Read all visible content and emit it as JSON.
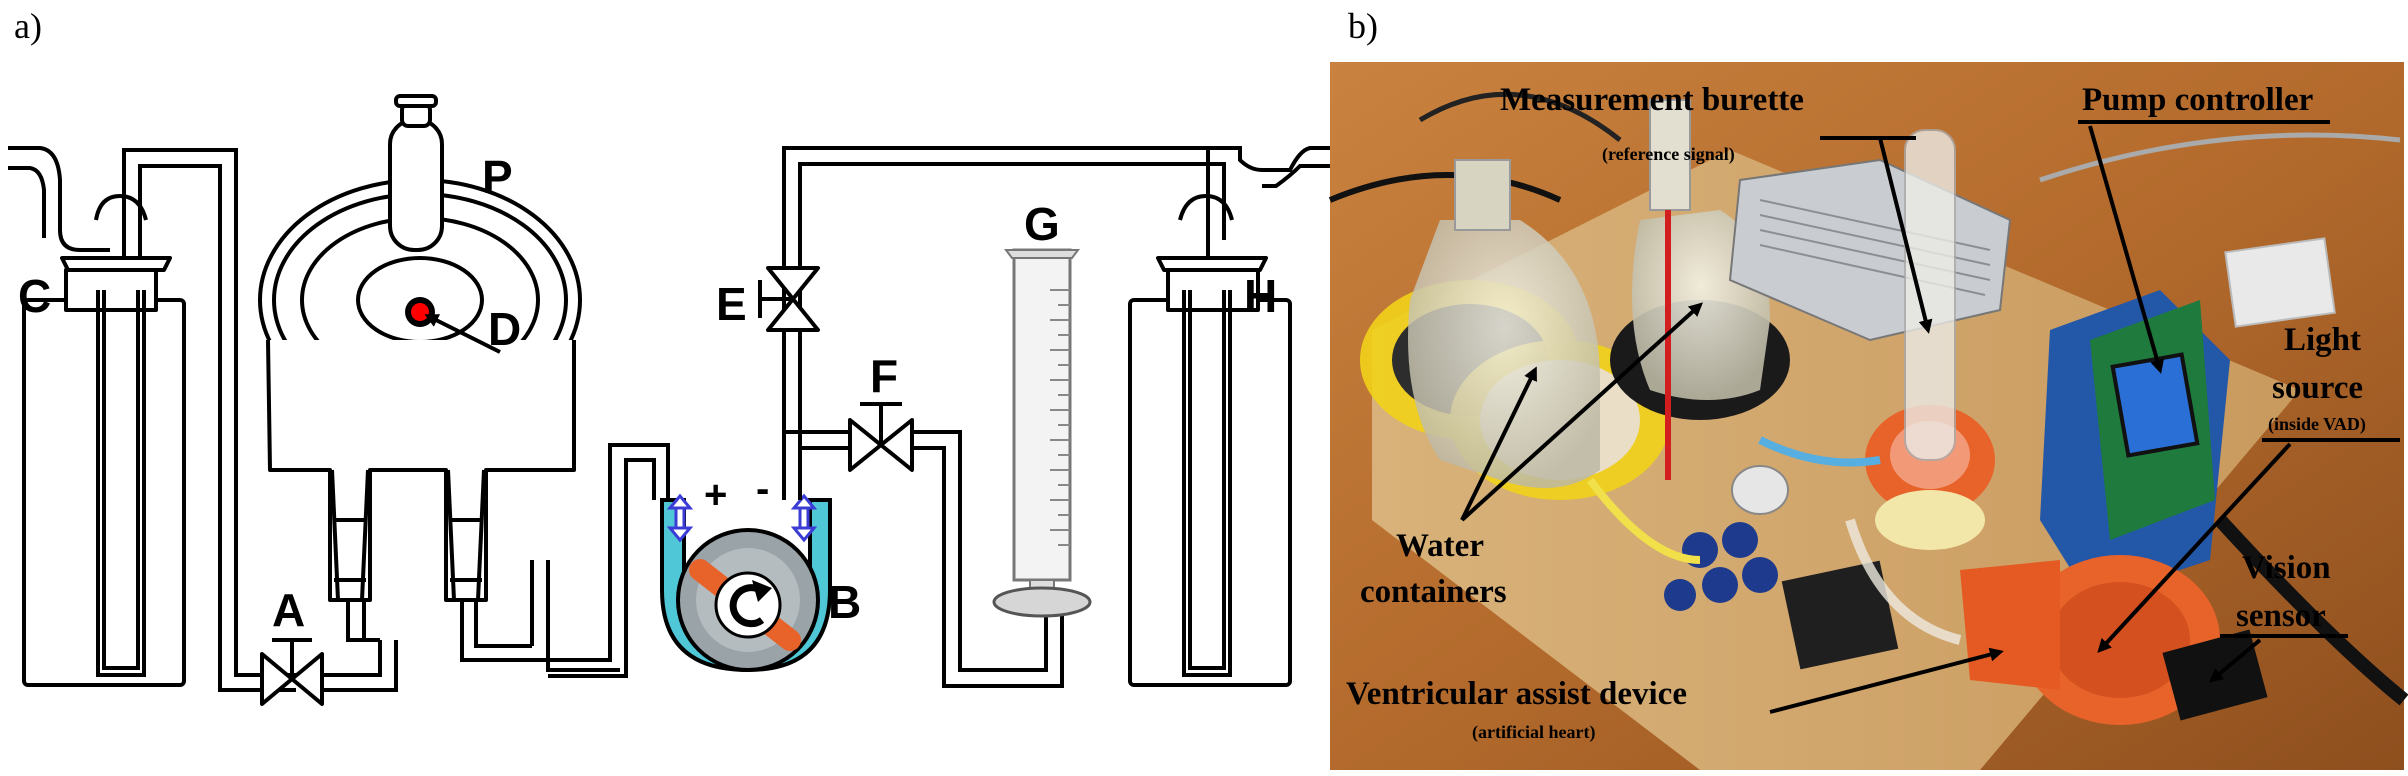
{
  "panels": {
    "a": {
      "label": "a)"
    },
    "b": {
      "label": "b)"
    }
  },
  "diagram": {
    "components": {
      "A": "A",
      "B": "B",
      "C": "C",
      "D": "D",
      "E": "E",
      "F": "F",
      "G": "G",
      "H": "H",
      "P": "P"
    },
    "pump_signs": {
      "plus": "+",
      "minus": "-"
    },
    "colors": {
      "fluid": "#4fc7d6",
      "rotor": "#e8632a",
      "sensor_dot": "#ff0000",
      "flow_arrow": "#3b3bd6"
    }
  },
  "photo": {
    "labels": {
      "measurement_burette": "Measurement burette",
      "reference_signal": "(reference signal)",
      "pump_controller": "Pump controller",
      "light_source": "Light",
      "light_source_2": "source",
      "inside_vad": "(inside VAD)",
      "water_containers_1": "Water",
      "water_containers_2": "containers",
      "vision_sensor_1": "Vision",
      "vision_sensor_2": "sensor",
      "vad": "Ventricular assist device",
      "artificial_heart": "(artificial heart)"
    }
  }
}
